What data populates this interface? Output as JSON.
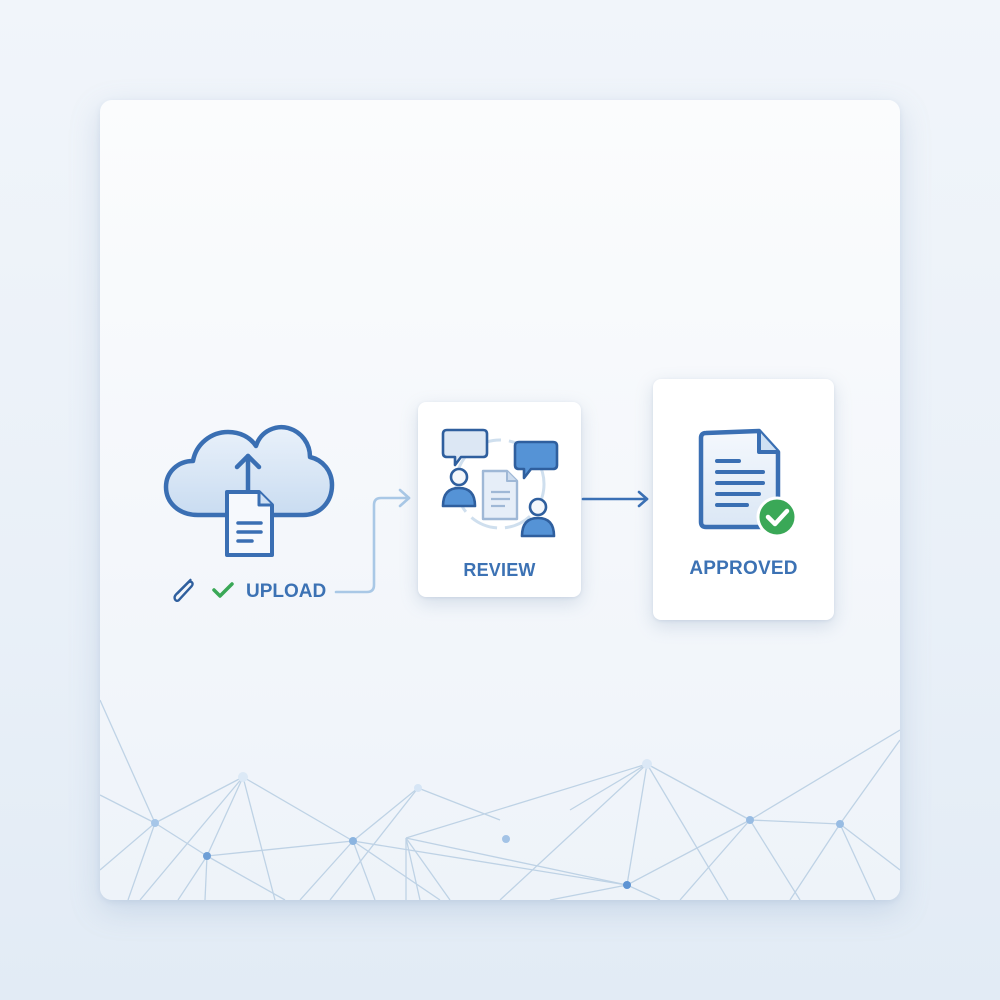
{
  "diagram": {
    "type": "workflow",
    "steps": [
      {
        "id": "upload",
        "label": "UPLOAD",
        "icon": "cloud-upload-document-icon",
        "badges": [
          "paperclip-icon",
          "checkmark-icon"
        ]
      },
      {
        "id": "review",
        "label": "REVIEW",
        "icon": "collaborative-review-icon"
      },
      {
        "id": "approved",
        "label": "APPROVED",
        "icon": "document-approved-icon"
      }
    ],
    "connectors": [
      {
        "from": "upload",
        "to": "review",
        "style": "elbow-arrow",
        "color": "#a9c8e6"
      },
      {
        "from": "review",
        "to": "approved",
        "style": "straight-arrow",
        "color": "#3a70b5"
      }
    ]
  },
  "colors": {
    "primary_blue": "#3c72b4",
    "dark_blue": "#2f5f9e",
    "light_blue_fill": "#d6e6f6",
    "success_green": "#3aa857",
    "mesh_line": "#b8cfe4",
    "mesh_node": "#7fabdb"
  }
}
